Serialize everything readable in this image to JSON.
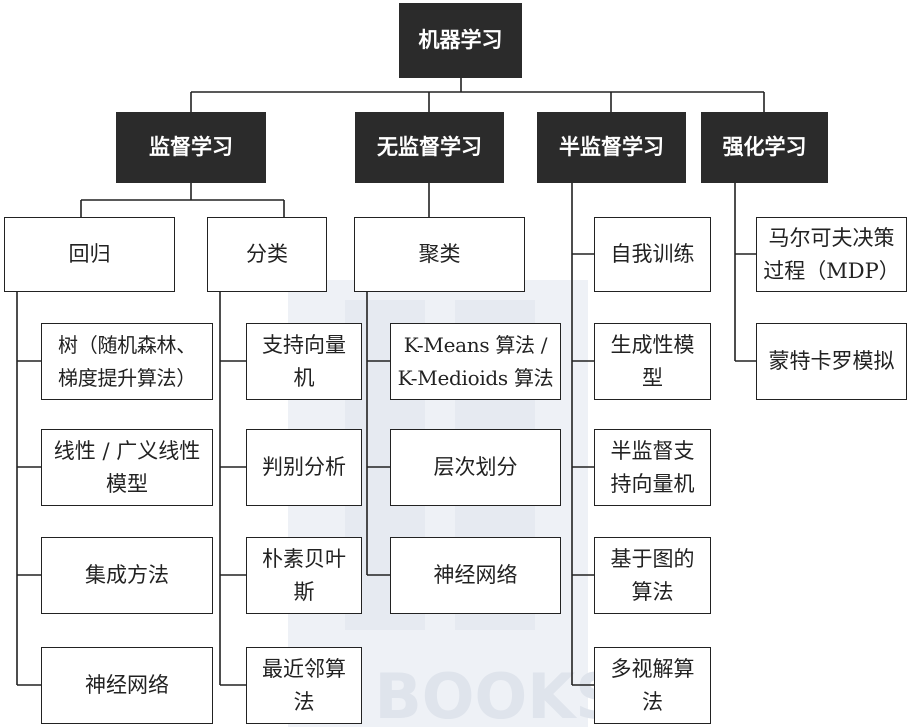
{
  "root": "机器学习",
  "categories": {
    "supervised": "监督学习",
    "unsupervised": "无监督学习",
    "semi_supervised": "半监督学习",
    "reinforcement": "强化学习"
  },
  "supervised_groups": {
    "regression": "回归",
    "classification": "分类"
  },
  "unsupervised_group": "聚类",
  "regression_items": [
    [
      "树（随机森林、",
      "梯度提升算法）"
    ],
    [
      "线性 / 广义线性",
      "模型"
    ],
    [
      "集成方法"
    ],
    [
      "神经网络"
    ]
  ],
  "classification_items": [
    [
      "支持向量",
      "机"
    ],
    [
      "判别分析"
    ],
    [
      "朴素贝叶",
      "斯"
    ],
    [
      "最近邻算",
      "法"
    ]
  ],
  "clustering_items": [
    [
      "K-Means 算法 /",
      "K-Medioids 算法"
    ],
    [
      "层次划分"
    ],
    [
      "神经网络"
    ]
  ],
  "semi_supervised_items": [
    [
      "自我训练"
    ],
    [
      "生成性模",
      "型"
    ],
    [
      "半监督支",
      "持向量机"
    ],
    [
      "基于图的",
      "算法"
    ],
    [
      "多视解算",
      "法"
    ]
  ],
  "reinforcement_items": [
    [
      "马尔可夫决策",
      "过程（MDP）"
    ],
    [
      "蒙特卡罗模拟"
    ]
  ],
  "watermark": "HZ BOOKS",
  "colors": {
    "dark_box": "#2b2b2b",
    "line": "#222222",
    "watermark": "#e9edf3"
  }
}
